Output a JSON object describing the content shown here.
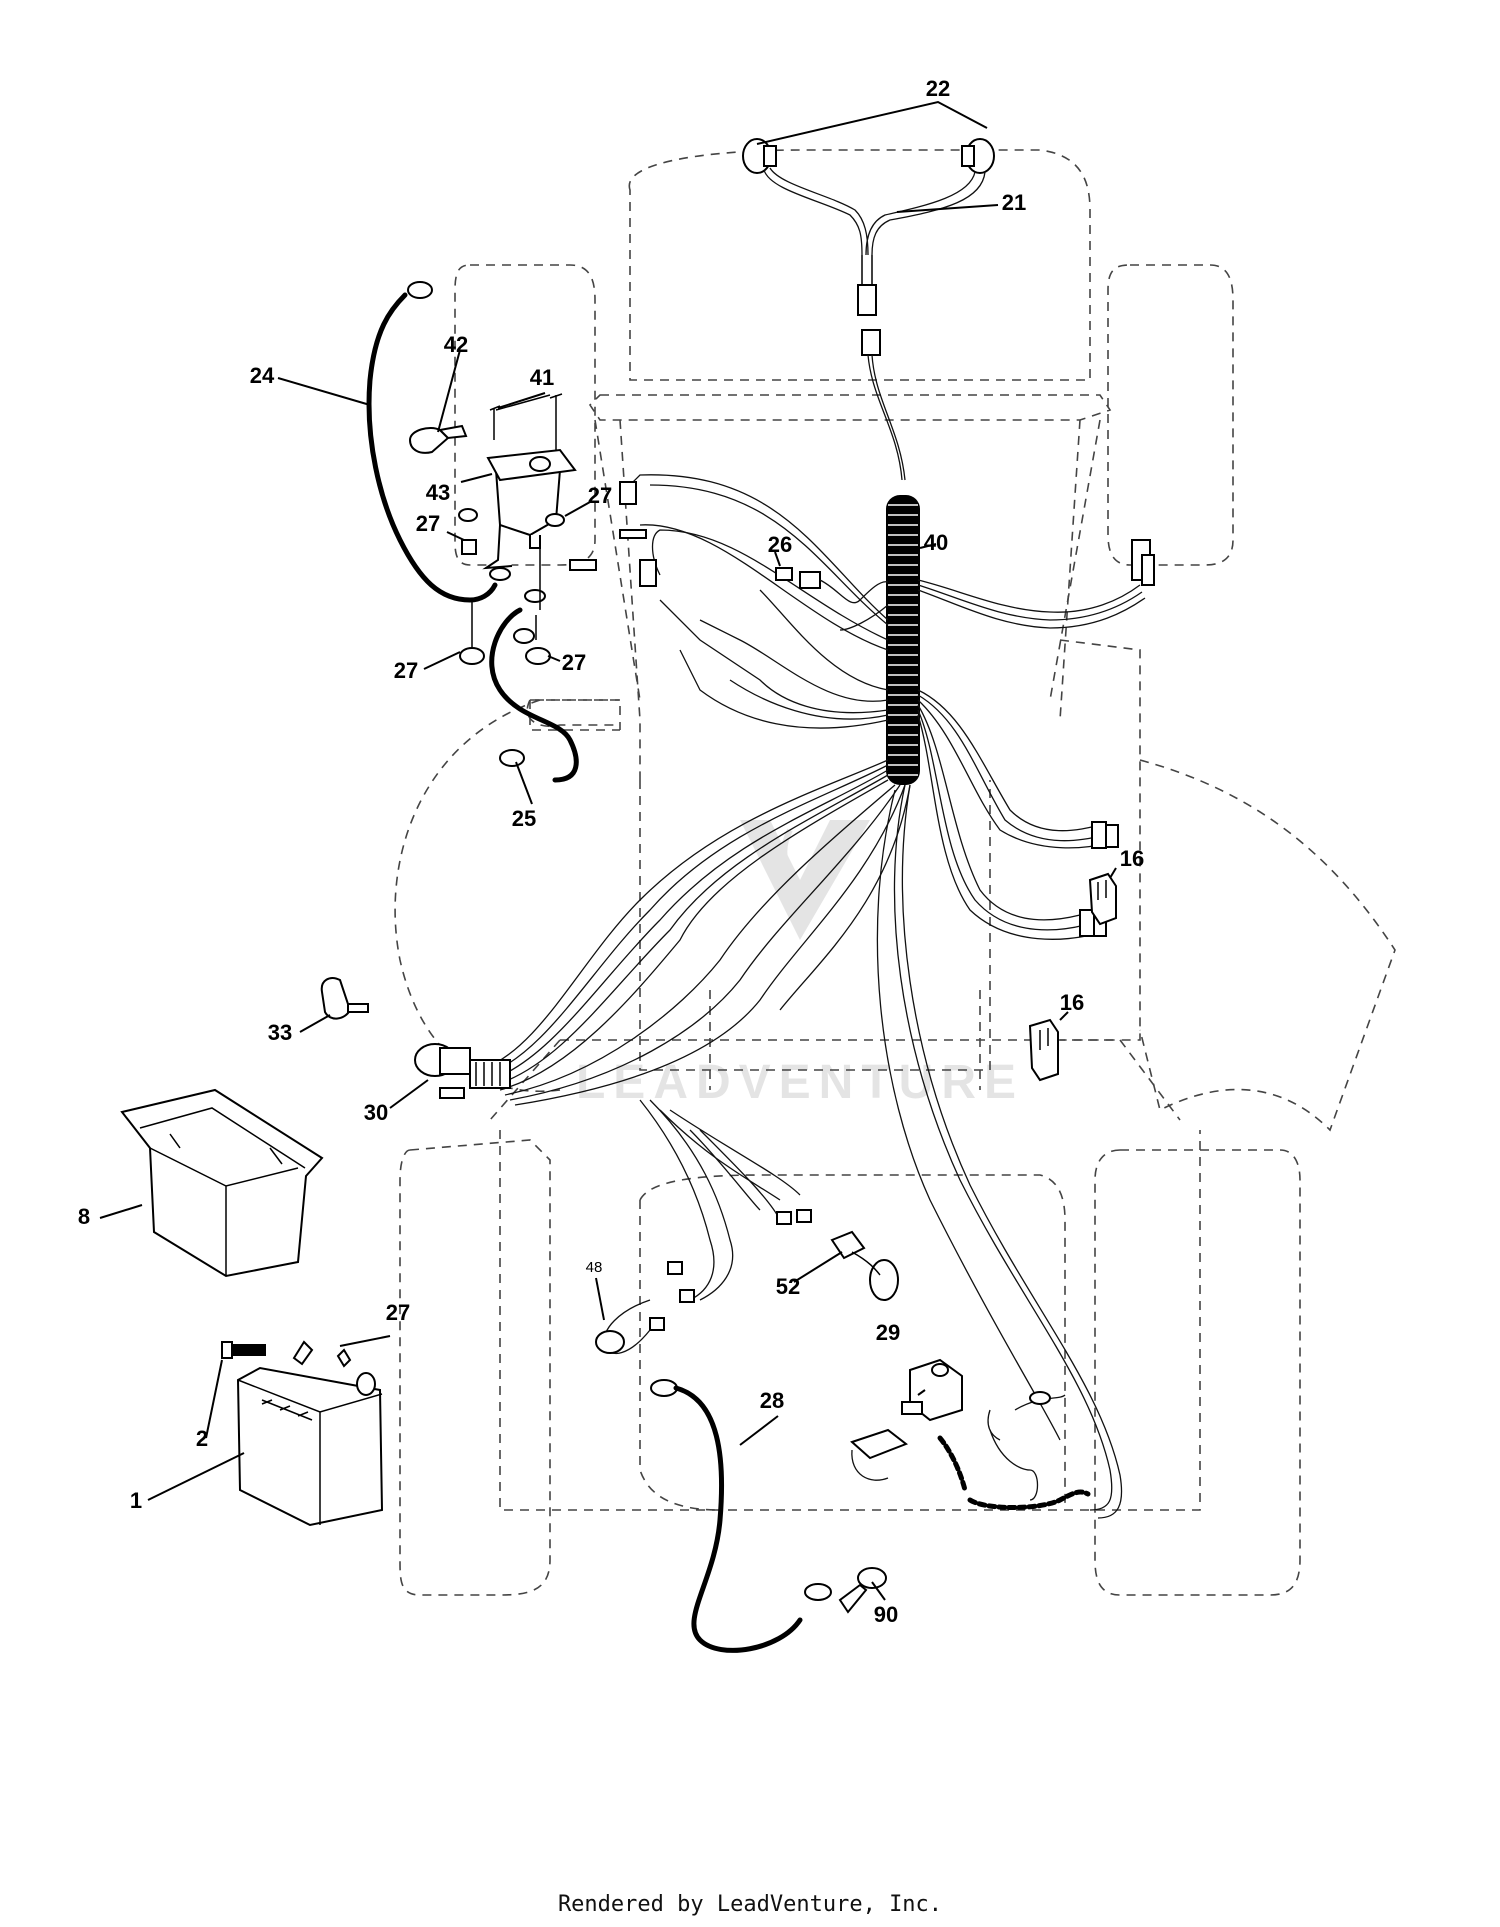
{
  "footer": "Rendered by LeadVenture, Inc.",
  "watermark": "LEADVENTURE",
  "callouts": [
    {
      "id": "22",
      "label": "22"
    },
    {
      "id": "21",
      "label": "21"
    },
    {
      "id": "24",
      "label": "24"
    },
    {
      "id": "42",
      "label": "42"
    },
    {
      "id": "41",
      "label": "41"
    },
    {
      "id": "43",
      "label": "43"
    },
    {
      "id": "27a",
      "label": "27"
    },
    {
      "id": "27b",
      "label": "27"
    },
    {
      "id": "27c",
      "label": "27"
    },
    {
      "id": "27d",
      "label": "27"
    },
    {
      "id": "40",
      "label": "40"
    },
    {
      "id": "26",
      "label": "26"
    },
    {
      "id": "25",
      "label": "25"
    },
    {
      "id": "16a",
      "label": "16"
    },
    {
      "id": "16b",
      "label": "16"
    },
    {
      "id": "33",
      "label": "33"
    },
    {
      "id": "30",
      "label": "30"
    },
    {
      "id": "8",
      "label": "8"
    },
    {
      "id": "48",
      "label": "48"
    },
    {
      "id": "52",
      "label": "52"
    },
    {
      "id": "27e",
      "label": "27"
    },
    {
      "id": "29",
      "label": "29"
    },
    {
      "id": "28",
      "label": "28"
    },
    {
      "id": "2",
      "label": "2"
    },
    {
      "id": "1",
      "label": "1"
    },
    {
      "id": "90",
      "label": "90"
    }
  ]
}
